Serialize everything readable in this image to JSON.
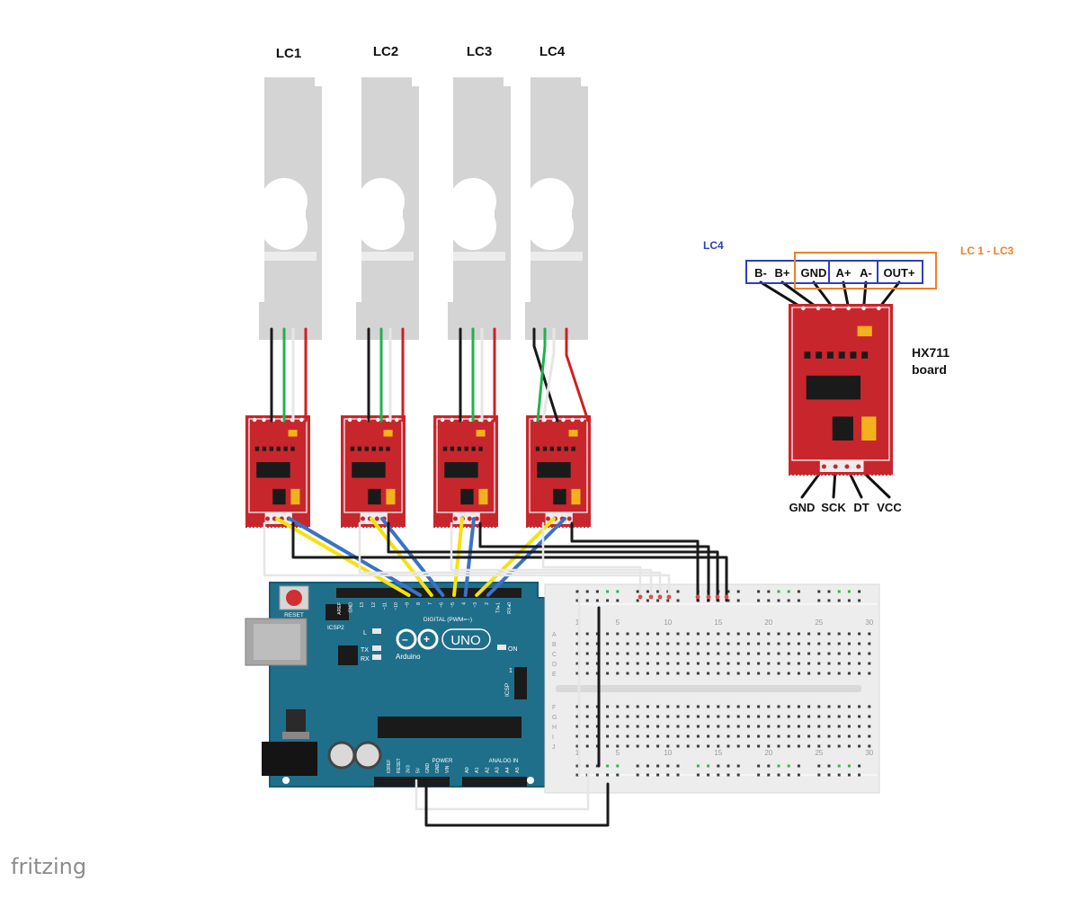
{
  "load_cells": [
    {
      "label": "LC1",
      "wiring": "standard"
    },
    {
      "label": "LC2",
      "wiring": "standard"
    },
    {
      "label": "LC3",
      "wiring": "standard"
    },
    {
      "label": "LC4",
      "wiring": "crossed"
    }
  ],
  "hx711_detail": {
    "title_line1": "HX711",
    "title_line2": "board",
    "top_pins": [
      "B-",
      "B+",
      "GND",
      "A+",
      "A-",
      "OUT+"
    ],
    "bottom_pins": [
      "GND",
      "SCK",
      "DT",
      "VCC"
    ],
    "group_lc4_label": "LC4",
    "group_lc13_label": "LC 1 - LC3",
    "group_lc4_color": "#2b3fbf",
    "group_lc13_color": "#f07f28"
  },
  "arduino": {
    "reset_label": "RESET",
    "icsp2_label": "ICSP2",
    "l_label": "L",
    "tx_label": "TX",
    "rx_label": "RX",
    "on_label": "ON",
    "uno_label": "UNO",
    "brand_label": "Arduino",
    "digital_label": "DIGITAL (PWM=~)",
    "power_label": "POWER",
    "analog_label": "ANALOG IN",
    "icsp_label": "ICSP",
    "digital_pins": [
      "AREF",
      "GND",
      "13",
      "12",
      "~11",
      "~10",
      "~9",
      "8",
      "7",
      "~6",
      "~5",
      "4",
      "~3",
      "2",
      "TX▸1",
      "RX◂0"
    ],
    "power_pins": [
      "IOREF",
      "RESET",
      "3V3",
      "5V",
      "GND",
      "GND",
      "VIN"
    ],
    "analog_pins": [
      "A0",
      "A1",
      "A2",
      "A3",
      "A4",
      "A5"
    ],
    "board_color": "#1f6f8b"
  },
  "breadboard": {
    "column_numbers": [
      "1",
      "5",
      "10",
      "15",
      "20",
      "25",
      "30"
    ],
    "row_letters_top": [
      "A",
      "B",
      "C",
      "D",
      "E"
    ],
    "row_letters_bottom": [
      "F",
      "G",
      "H",
      "I",
      "J"
    ]
  },
  "wire_colors": {
    "black": "#1a1a1a",
    "red": "#d11f1f",
    "green": "#22b14c",
    "white": "#e6e6e6",
    "yellow": "#f4e20a",
    "blue": "#3b72c4"
  },
  "watermark": "fritzing"
}
